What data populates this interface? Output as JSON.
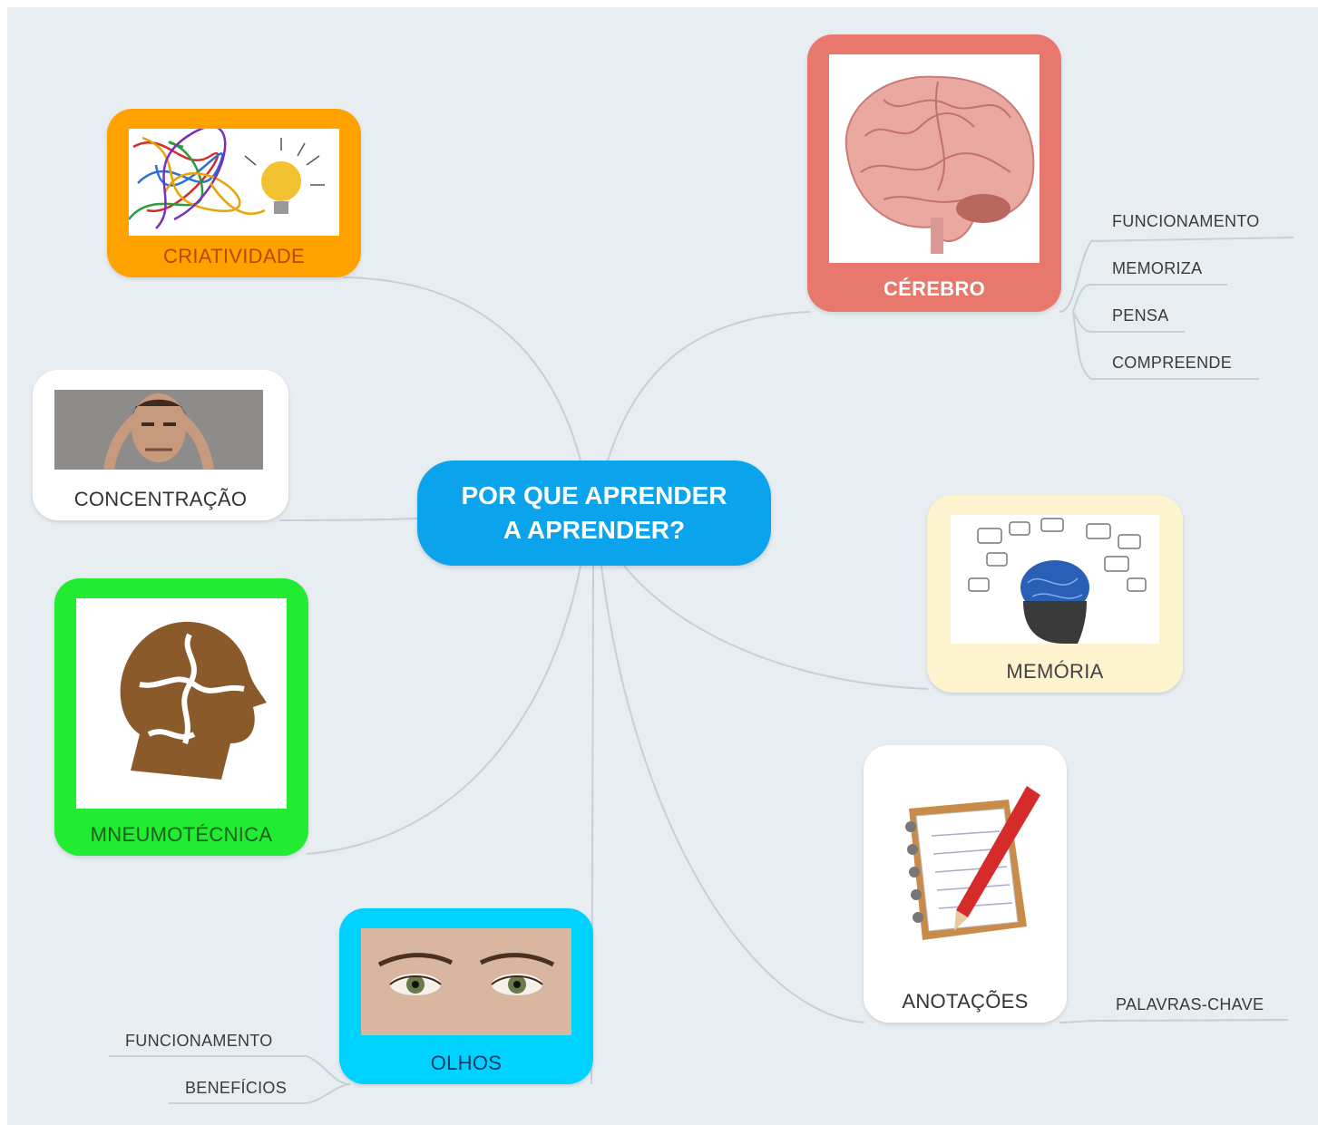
{
  "central": {
    "line1": "POR QUE APRENDER",
    "line2": "A APRENDER?"
  },
  "topics": {
    "criatividade": {
      "label": "CRIATIVIDADE",
      "color": "#ffa200",
      "image": "tangled-yarn-lightbulb"
    },
    "cerebro": {
      "label": "CÉREBRO",
      "color": "#e8776e",
      "image": "brain",
      "children": [
        "FUNCIONAMENTO",
        "MEMORIZA",
        "PENSA",
        "COMPREENDE"
      ]
    },
    "concentracao": {
      "label": "CONCENTRAÇÃO",
      "color": "#ffffff",
      "image": "man-concentrating"
    },
    "memoria": {
      "label": "MEMÓRIA",
      "color": "#fdf3cf",
      "image": "head-thoughts"
    },
    "mneumotecnica": {
      "label": "MNEUMOTÉCNICA",
      "color": "#22ec31",
      "image": "puzzle-head"
    },
    "anotacoes": {
      "label": "ANOTAÇÕES",
      "color": "#ffffff",
      "image": "notepad-pencil",
      "children": [
        "PALAVRAS-CHAVE"
      ]
    },
    "olhos": {
      "label": "OLHOS",
      "color": "#00d2ff",
      "image": "eyes",
      "children": [
        "FUNCIONAMENTO",
        "BENEFÍCIOS"
      ]
    }
  }
}
